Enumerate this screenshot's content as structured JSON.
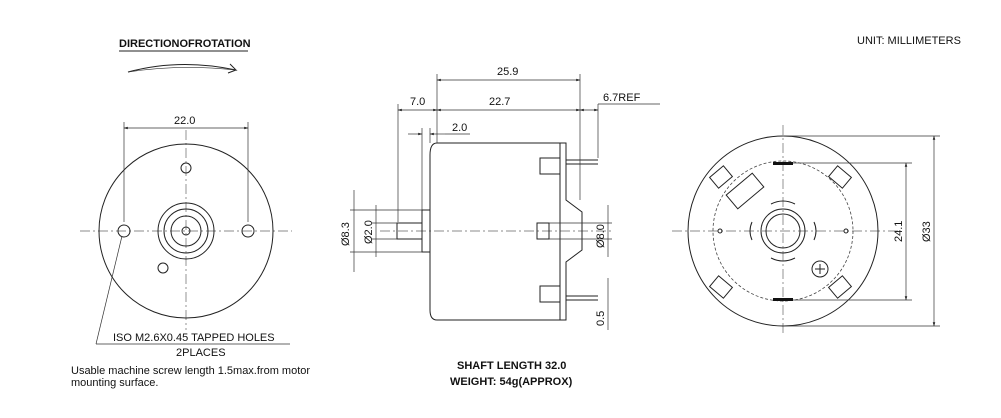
{
  "header": {
    "direction_title": "DIRECTIONOFROTATION",
    "unit": "UNIT: MILLIMETERS"
  },
  "front_view": {
    "dim_width": "22.0",
    "hole_note_line1": "ISO M2.6X0.45 TAPPED HOLES",
    "hole_note_line2": "2PLACES",
    "screw_note_line1": "Usable machine screw length 1.5max.from motor",
    "screw_note_line2": "mounting surface."
  },
  "side_view": {
    "dim_overall": "25.9",
    "dim_shaft_ext": "7.0",
    "dim_body": "22.7",
    "dim_terminal": "6.7REF",
    "dim_boss": "2.0",
    "dim_boss_dia": "Ø8.3",
    "dim_shaft_dia": "Ø2.0",
    "dim_rear_boss_dia": "Ø8.0",
    "dim_terminal_thk": "0.5",
    "shaft_length": "SHAFT LENGTH 32.0",
    "weight": "WEIGHT: 54g(APPROX)"
  },
  "rear_view": {
    "dim_span": "24.1",
    "dim_outer_dia": "Ø33"
  }
}
